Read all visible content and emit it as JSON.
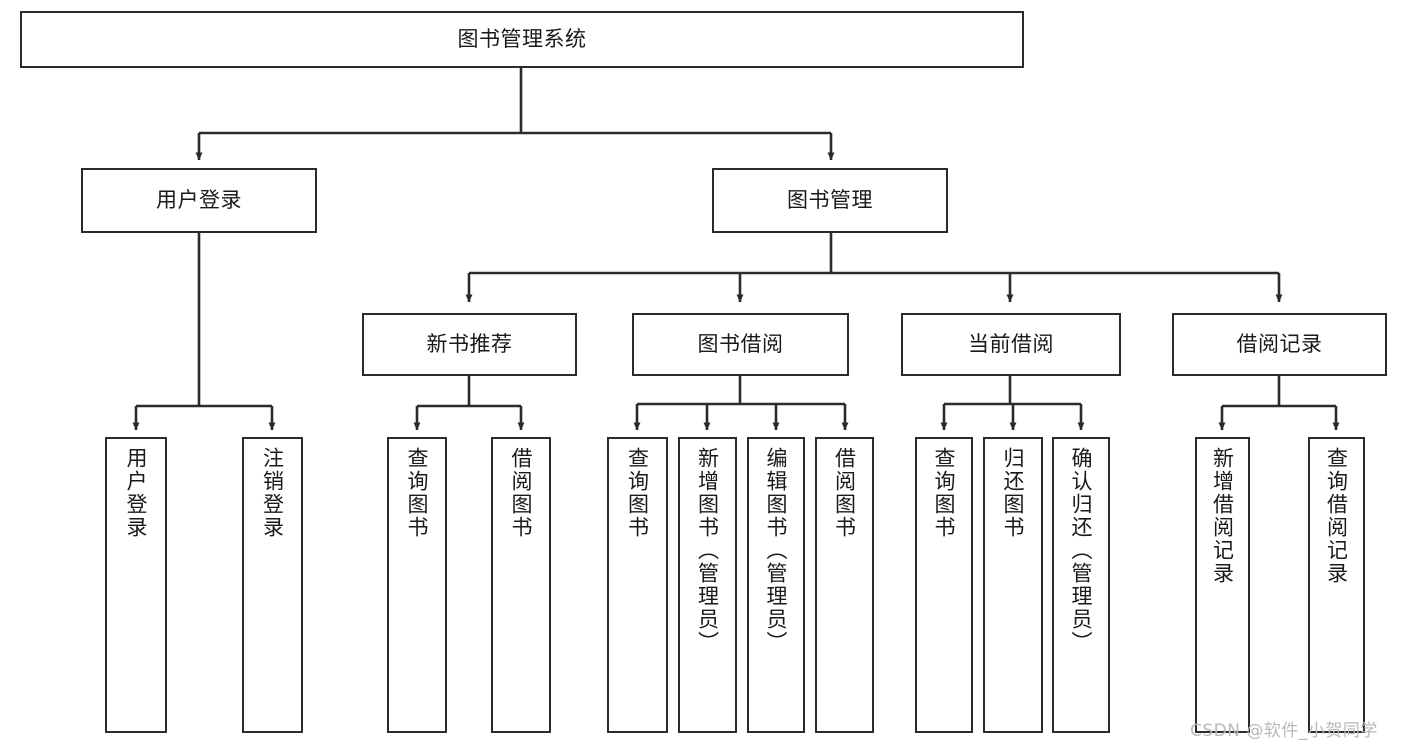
{
  "diagram": {
    "title": "图书管理系统",
    "type": "tree-hierarchy-chart",
    "root": {
      "id": "root",
      "label": "图书管理系统"
    },
    "level2": [
      {
        "id": "user-login",
        "label": "用户登录"
      },
      {
        "id": "book-manage",
        "label": "图书管理"
      }
    ],
    "level3": [
      {
        "id": "new-book-rec",
        "label": "新书推荐",
        "parent": "book-manage"
      },
      {
        "id": "book-borrow",
        "label": "图书借阅",
        "parent": "book-manage"
      },
      {
        "id": "current-borrow",
        "label": "当前借阅",
        "parent": "book-manage"
      },
      {
        "id": "borrow-record",
        "label": "借阅记录",
        "parent": "book-manage"
      }
    ],
    "leaves": [
      {
        "id": "leaf-user-login",
        "label": "用户登录",
        "parent": "user-login"
      },
      {
        "id": "leaf-logout",
        "label": "注销登录",
        "parent": "user-login"
      },
      {
        "id": "leaf-query-book-1",
        "label": "查询图书",
        "parent": "new-book-rec"
      },
      {
        "id": "leaf-borrow-book-1",
        "label": "借阅图书",
        "parent": "new-book-rec"
      },
      {
        "id": "leaf-query-book-2",
        "label": "查询图书",
        "parent": "book-borrow"
      },
      {
        "id": "leaf-add-book",
        "label": "新增图书（管理员）",
        "parent": "book-borrow"
      },
      {
        "id": "leaf-edit-book",
        "label": "编辑图书（管理员）",
        "parent": "book-borrow"
      },
      {
        "id": "leaf-borrow-book-2",
        "label": "借阅图书",
        "parent": "book-borrow"
      },
      {
        "id": "leaf-query-book-3",
        "label": "查询图书",
        "parent": "current-borrow"
      },
      {
        "id": "leaf-return-book",
        "label": "归还图书",
        "parent": "current-borrow"
      },
      {
        "id": "leaf-confirm-return",
        "label": "确认归还（管理员）",
        "parent": "current-borrow"
      },
      {
        "id": "leaf-add-record",
        "label": "新增借阅记录",
        "parent": "borrow-record"
      },
      {
        "id": "leaf-query-record",
        "label": "查询借阅记录",
        "parent": "borrow-record"
      }
    ]
  },
  "watermark": {
    "text": "CSDN @软件_小贺同学"
  },
  "colors": {
    "stroke": "#2b2b2b",
    "fill": "#ffffff",
    "text": "#1a1a1a",
    "watermark": "#b9b9b9"
  }
}
